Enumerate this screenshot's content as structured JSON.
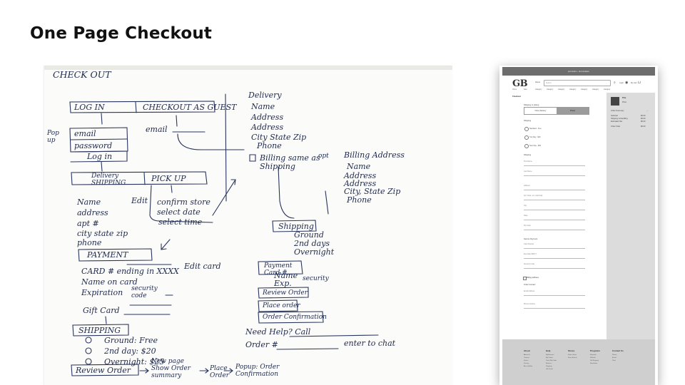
{
  "slide": {
    "title": "One Page Checkout"
  },
  "sketch": {
    "heading": "CHECK OUT",
    "login": "LOG IN",
    "checkout_guest": "CHECKOUT AS GUEST",
    "pop_up": "Pop up",
    "email_box": "email",
    "password_box": "password",
    "login_btn": "Log in",
    "guest_email": "email",
    "delivery_shipping": "Delivery SHIPPING",
    "pick_up": "PICK UP",
    "name": "Name",
    "edit": "Edit",
    "address": "address",
    "apt": "apt #",
    "city_state_zip": "city state zip",
    "phone": "phone",
    "confirm_store": "confirm store",
    "select_date": "select date",
    "select_time": "select time",
    "payment": "PAYMENT",
    "card_ending": "CARD # ending in XXXX",
    "name_on_card": "Name on card",
    "expiration": "Expiration",
    "security_code": "security code",
    "edit_card": "Edit card",
    "gift_card": "Gift Card",
    "shipping": "SHIPPING",
    "ground_free": "Ground: Free",
    "two_day": "2nd day: $20",
    "overnight": "Overnight: $25",
    "review_order": "Review Order",
    "new_page_show_order": "New page Show Order summary",
    "place_order": "Place Order",
    "popup_confirmation": "Popup: Order Confirmation",
    "r_delivery": "Delivery",
    "r_name": "Name",
    "r_address1": "Address",
    "r_address2": "Address",
    "r_city": "City State Zip",
    "r_phone": "Phone",
    "billing_same": "Billing same as Shipping",
    "opt": "opt",
    "billing_address": "Billing Address",
    "b_name": "Name",
    "b_address1": "Address",
    "b_address2": "Address",
    "b_city": "City, State Zip",
    "b_phone": "Phone",
    "r_shipping": "Shipping",
    "r_ground": "Ground",
    "r_2days": "2nd days",
    "r_overnight": "Overnight",
    "r_payment": "Payment Card #",
    "r_pname": "Name",
    "r_exp": "Exp.",
    "r_security": "security",
    "r_review": "Review Order",
    "r_place": "Place order",
    "r_confirm": "Order Confirmation",
    "need_help": "Need Help? Call",
    "order_num": "Order #",
    "enter_chat": "enter to chat"
  },
  "wireframe": {
    "announce": "promotion - text location",
    "logo": "GB",
    "home": "Home",
    "search_placeholder": "Search",
    "login": "Login",
    "cart": "My Cart",
    "subnav": [
      "Home",
      "Sale",
      "Category",
      "Category",
      "Category",
      "Category",
      "Category",
      "Category",
      "Category"
    ],
    "checkout_label": "Checkout",
    "ship_or_pickup": "Shipping or pickup",
    "toggle_home": "Home Delivery",
    "toggle_pickup": "Pickup",
    "shipping_label": "Shipping",
    "ship_options": [
      "Standard - Free",
      "Two Day - $20",
      "Next Day - $25"
    ],
    "address_label": "Shipping",
    "fields1": [
      "First Name",
      "Last Name"
    ],
    "fields2": [
      "Address",
      "Apt, Suite, etc. (optional)",
      "City",
      "State",
      "Zip Code"
    ],
    "payment_label": "Secure Payment",
    "fields3": [
      "Card Number",
      "Exp Date MM/YY",
      "Security Code"
    ],
    "billing_check": "Billing address",
    "order_contact": "Order Contact",
    "fields4": [
      "Email Address",
      "Phone Number"
    ],
    "summary_title": "Title",
    "summary_sub": "Price",
    "summary_head": "Order Summary",
    "summary_rows": [
      [
        "Subtotal",
        "$0.00"
      ],
      [
        "Shipping & Handling",
        "$0.00"
      ],
      [
        "Estimated Tax",
        "$0.00"
      ],
      [
        "Order Total",
        "$0.00"
      ]
    ],
    "footer": [
      {
        "h": "About",
        "items": [
          "About Us",
          "Careers",
          "Stores",
          "Privacy",
          "Accessibility"
        ]
      },
      {
        "h": "Help",
        "items": [
          "My Account",
          "My Orders",
          "Track My Order",
          "Returns",
          "Shipping",
          "Gift Cards"
        ]
      },
      {
        "h": "Stores",
        "items": [
          "Find a Store",
          "Store Events"
        ]
      },
      {
        "h": "Programs",
        "items": [
          "Rewards",
          "Wishlist",
          "Gift Registry",
          "Newsletter"
        ]
      },
      {
        "h": "Contact Us",
        "items": [
          "Phone",
          "Email",
          "Chat"
        ]
      }
    ]
  }
}
